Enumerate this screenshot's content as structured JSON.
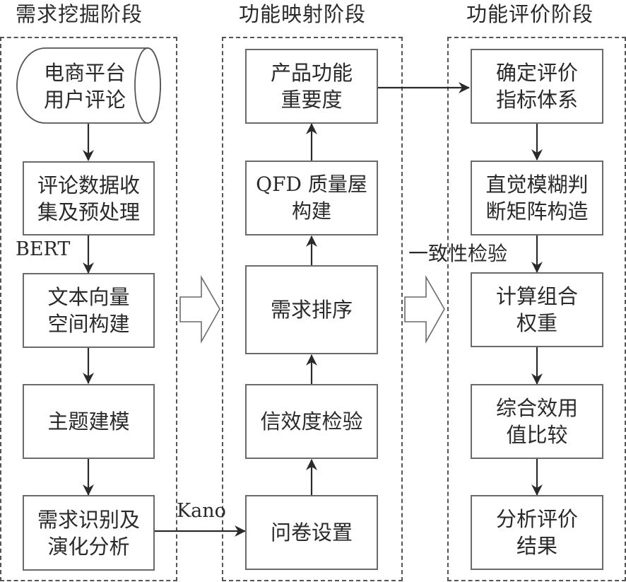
{
  "stages": [
    {
      "title": "需求挖掘阶段",
      "nodes": [
        {
          "id": "source",
          "text": "电商平台\n用户评论",
          "shape": "cylinder"
        },
        {
          "id": "collect",
          "text": "评论数据收\n集及预处理"
        },
        {
          "id": "vector",
          "text": "文本向量\n空间构建"
        },
        {
          "id": "topic",
          "text": "主题建模"
        },
        {
          "id": "identify",
          "text": "需求识别及\n演化分析"
        }
      ]
    },
    {
      "title": "功能映射阶段",
      "nodes": [
        {
          "id": "importance",
          "text": "产品功能\n重要度"
        },
        {
          "id": "qfd",
          "text": "QFD 质量屋\n构建"
        },
        {
          "id": "rank",
          "text": "需求排序"
        },
        {
          "id": "reliability",
          "text": "信效度检验"
        },
        {
          "id": "survey",
          "text": "问卷设置"
        }
      ]
    },
    {
      "title": "功能评价阶段",
      "nodes": [
        {
          "id": "indicators",
          "text": "确定评价\n指标体系"
        },
        {
          "id": "matrix",
          "text": "直觉模糊判\n断矩阵构造"
        },
        {
          "id": "weights",
          "text": "计算组合\n权重"
        },
        {
          "id": "utility",
          "text": "综合效用\n值比较"
        },
        {
          "id": "result",
          "text": "分析评价\n结果"
        }
      ]
    }
  ],
  "edge_labels": {
    "bert": "BERT",
    "kano": "Kano",
    "consistency": "一致性检验"
  },
  "edges": [
    {
      "from": "source",
      "to": "collect"
    },
    {
      "from": "collect",
      "to": "vector",
      "label": "BERT"
    },
    {
      "from": "vector",
      "to": "topic"
    },
    {
      "from": "topic",
      "to": "identify"
    },
    {
      "from": "identify",
      "to": "survey",
      "label": "Kano"
    },
    {
      "from": "survey",
      "to": "reliability"
    },
    {
      "from": "reliability",
      "to": "rank"
    },
    {
      "from": "rank",
      "to": "qfd"
    },
    {
      "from": "qfd",
      "to": "importance"
    },
    {
      "from": "importance",
      "to": "indicators"
    },
    {
      "from": "indicators",
      "to": "matrix"
    },
    {
      "from": "matrix",
      "to": "weights",
      "label": "一致性检验"
    },
    {
      "from": "weights",
      "to": "utility"
    },
    {
      "from": "utility",
      "to": "result"
    }
  ],
  "colors": {
    "line": "#2a2a2a",
    "box": "#6a6a6a",
    "dash": "#555555",
    "text": "#2a2a2a"
  }
}
